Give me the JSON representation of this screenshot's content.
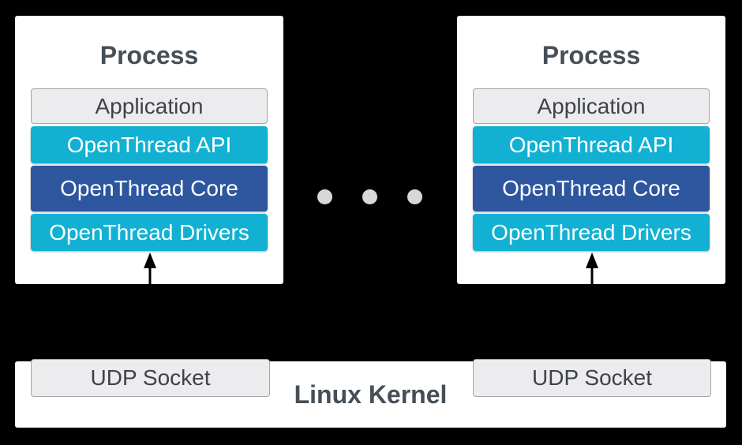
{
  "colors": {
    "background": "#000000",
    "card": "#ffffff",
    "cyan": "#12b1d3",
    "blue": "#2d569e",
    "gray_fill": "#ececee",
    "gray_border": "#a2a6a9",
    "title_text": "#464f57",
    "box_text_dark": "#3e4347",
    "box_text_light": "#ffffff",
    "dot": "#d8d8d8",
    "arrow": "#000000"
  },
  "processes": [
    {
      "title": "Process",
      "layers": [
        {
          "label": "Application"
        },
        {
          "label": "OpenThread API"
        },
        {
          "label": "OpenThread Core"
        },
        {
          "label": "OpenThread Drivers"
        }
      ]
    },
    {
      "title": "Process",
      "layers": [
        {
          "label": "Application"
        },
        {
          "label": "OpenThread API"
        },
        {
          "label": "OpenThread Core"
        },
        {
          "label": "OpenThread Drivers"
        }
      ]
    }
  ],
  "separator": {
    "dot_count": 3
  },
  "kernel": {
    "title": "Linux Kernel",
    "sockets": [
      {
        "label": "UDP Socket"
      },
      {
        "label": "UDP Socket"
      }
    ]
  }
}
